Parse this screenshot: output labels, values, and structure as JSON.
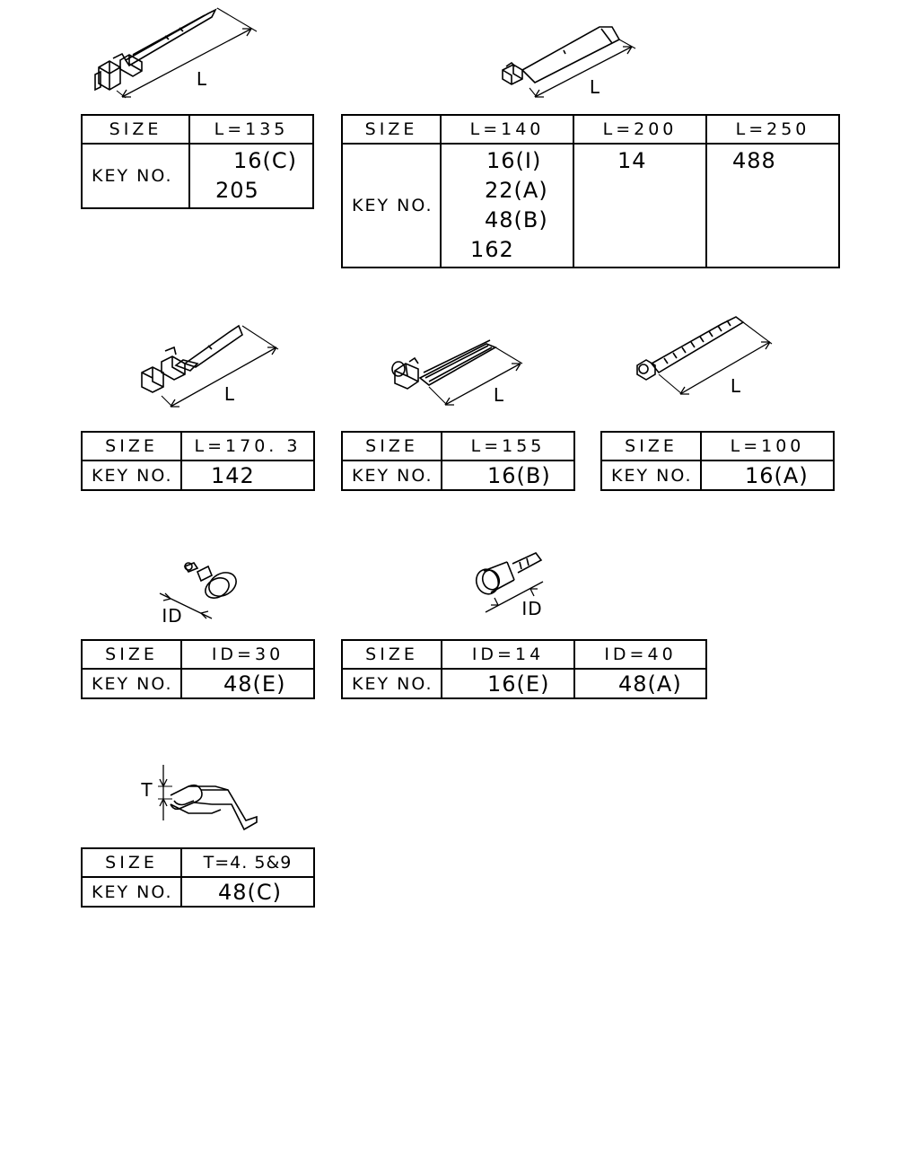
{
  "size_label": "SIZE",
  "key_label": "KEY NO.",
  "dim": {
    "length": "L",
    "inner_diameter": "ID",
    "thickness": "T"
  },
  "tables": {
    "strap_135": {
      "sizes": [
        "L=135"
      ],
      "keys": [
        [
          "16(C)",
          "205"
        ]
      ]
    },
    "strap_140_250": {
      "sizes": [
        "L=140",
        "L=200",
        "L=250"
      ],
      "keys": [
        [
          "16(I)",
          "22(A)",
          "48(B)",
          "162"
        ],
        [
          "14"
        ],
        [
          "488"
        ]
      ]
    },
    "strap_170": {
      "sizes": [
        "L=170. 3"
      ],
      "keys": [
        [
          "142"
        ]
      ]
    },
    "strap_155": {
      "sizes": [
        "L=155"
      ],
      "keys": [
        [
          "16(B)"
        ]
      ]
    },
    "strap_100": {
      "sizes": [
        "L=100"
      ],
      "keys": [
        [
          "16(A)"
        ]
      ]
    },
    "clip_30": {
      "sizes": [
        "ID=30"
      ],
      "keys": [
        [
          "48(E)"
        ]
      ]
    },
    "clip_14_40": {
      "sizes": [
        "ID=14",
        "ID=40"
      ],
      "keys": [
        [
          "16(E)"
        ],
        [
          "48(A)"
        ]
      ]
    },
    "clamp_t": {
      "sizes": [
        "T=4. 5&9"
      ],
      "keys": [
        [
          "48(C)"
        ]
      ]
    }
  }
}
